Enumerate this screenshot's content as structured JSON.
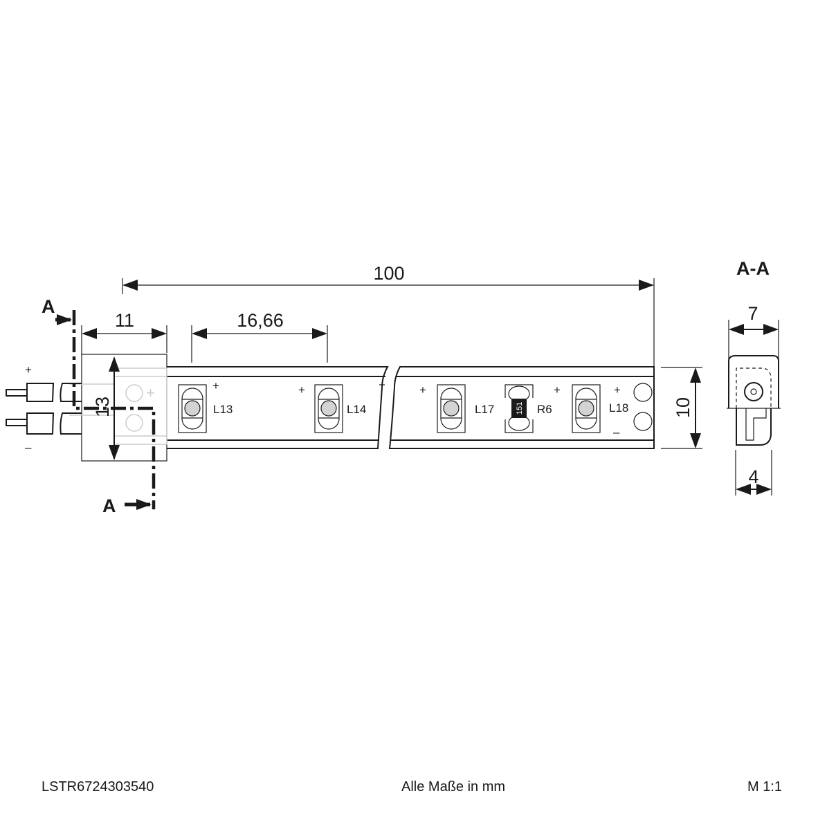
{
  "dimensions": {
    "total_length": "100",
    "connector_length": "11",
    "led_pitch": "16,66",
    "connector_height": "13",
    "strip_width": "10",
    "section_width": "7",
    "section_base": "4"
  },
  "section": {
    "cut_label_top": "A",
    "cut_label_bottom": "A",
    "title": "A-A"
  },
  "components": {
    "leds": [
      "L13",
      "L14",
      "L17",
      "L18"
    ],
    "resistor": "R6",
    "resistor_code": "151"
  },
  "polarity": {
    "plus": "+",
    "minus": "–"
  },
  "footer": {
    "article_number": "LSTR6724303540",
    "units_note": "Alle Maße in mm",
    "scale": "M 1:1"
  },
  "colors": {
    "line": "#1a1a1a",
    "led_lens": "#d3d3d3",
    "ghost": "#cccccc"
  }
}
